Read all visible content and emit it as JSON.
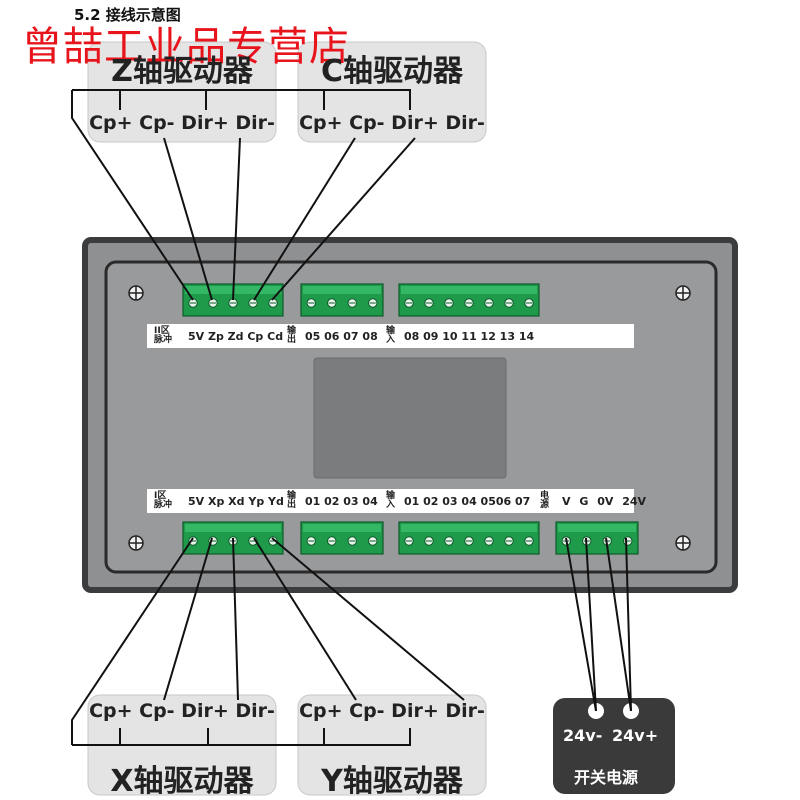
{
  "section_title": "5.2 接线示意图",
  "watermark": "曾喆工业品专营店",
  "drivers": {
    "z": {
      "title": "Z轴驱动器",
      "pins": "Cp+ Cp- Dir+ Dir-"
    },
    "c": {
      "title": "C轴驱动器",
      "pins": "Cp+ Cp- Dir+ Dir-"
    },
    "x": {
      "title": "X轴驱动器",
      "pins": "Cp+ Cp- Dir+ Dir-"
    },
    "y": {
      "title": "Y轴驱动器",
      "pins": "Cp+ Cp- Dir+ Dir-"
    }
  },
  "top_row": {
    "zone_label": [
      "II区",
      "脉冲"
    ],
    "pulse_pins": "5V Zp Zd Cp Cd",
    "output_label": [
      "输",
      "出"
    ],
    "outputs": "05 06 07 08",
    "input_label": [
      "输",
      "入"
    ],
    "inputs": "08 09 10 11 12 13 14"
  },
  "bottom_row": {
    "zone_label": [
      "I区",
      "脉冲"
    ],
    "pulse_pins": "5V Xp Xd Yp Yd",
    "output_label": [
      "输",
      "出"
    ],
    "outputs": "01 02 03 04",
    "input_label": [
      "输",
      "入"
    ],
    "inputs": "01 02 03 04 0506 07",
    "power_label": [
      "电",
      "源"
    ],
    "power_pins": "V G 0V 24V"
  },
  "power_supply": {
    "minus": "24v-",
    "plus": "24v+",
    "name": "开关电源"
  },
  "colors": {
    "connector_green": "#1f9a4a",
    "panel_grey": "#8f9092",
    "panel_border": "#3b3c3e",
    "driver_box": "#e4e4e4",
    "psu_box": "#3a3a3a",
    "watermark_red": "#e8141c"
  }
}
